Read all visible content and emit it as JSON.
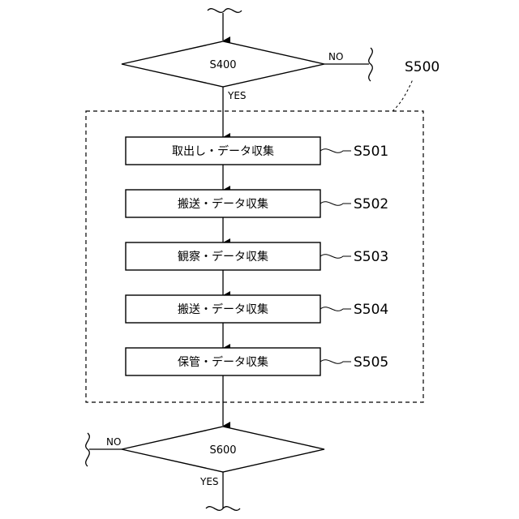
{
  "group_label": "S500",
  "decisions": [
    {
      "id": "S400",
      "no": "NO",
      "yes": "YES"
    },
    {
      "id": "S600",
      "no": "NO",
      "yes": "YES"
    }
  ],
  "steps": [
    {
      "id": "S501",
      "label": "取出し・データ収集"
    },
    {
      "id": "S502",
      "label": "搬送・データ収集"
    },
    {
      "id": "S503",
      "label": "観察・データ収集"
    },
    {
      "id": "S504",
      "label": "搬送・データ収集"
    },
    {
      "id": "S505",
      "label": "保管・データ収集"
    }
  ]
}
